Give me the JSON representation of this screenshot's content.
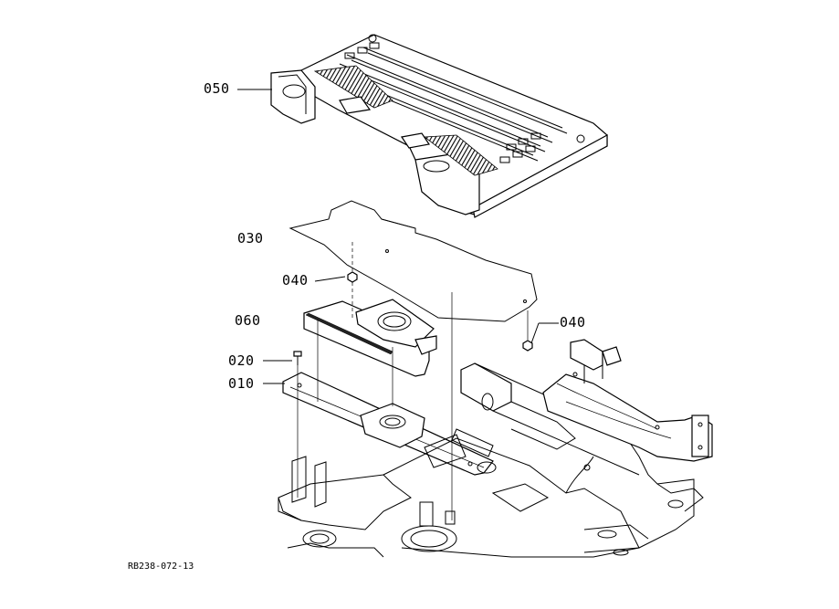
{
  "callouts": {
    "part_050": "050",
    "part_030": "030",
    "part_040_left": "040",
    "part_040_right": "040",
    "part_060": "060",
    "part_020": "020",
    "part_010": "010"
  },
  "reference_code": "RB238-072-13",
  "colors": {
    "line": "#000000",
    "background": "#ffffff"
  }
}
